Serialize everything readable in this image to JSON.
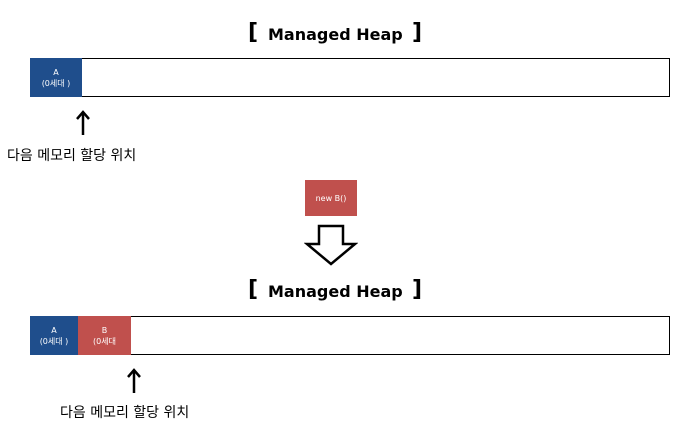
{
  "heap_title": "Managed Heap",
  "top": {
    "block_a": {
      "name": "A",
      "gen": "(0세대 )"
    },
    "pointer_label": "다음 메모리 할당 위치"
  },
  "new_call": "new B()",
  "bottom": {
    "block_a": {
      "name": "A",
      "gen": "(0세대 )"
    },
    "block_b": {
      "name": "B",
      "gen": "(0세대"
    },
    "pointer_label": "다음 메모리 할당 위치"
  }
}
